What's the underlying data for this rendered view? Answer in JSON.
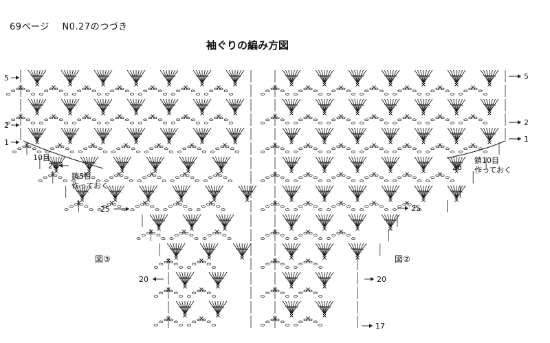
{
  "header": {
    "page_number": "69ページ",
    "pattern_number": "N0.27のつづき"
  },
  "title": "袖ぐりの編み方図",
  "left_diagram": {
    "figure_label": "図③",
    "row_labels": [
      "5",
      "2",
      "1",
      "10目",
      "28",
      "25",
      "20"
    ],
    "note_line1": "鎖5目",
    "note_line2": "作っておく"
  },
  "right_diagram": {
    "figure_label": "図②",
    "row_labels": [
      "5",
      "2",
      "1",
      "28",
      "25",
      "20",
      "17"
    ],
    "note_line1": "鎖10目",
    "note_line2": "作っておく"
  },
  "colors": {
    "ink": "#1a1a1a",
    "background": "#ffffff"
  }
}
